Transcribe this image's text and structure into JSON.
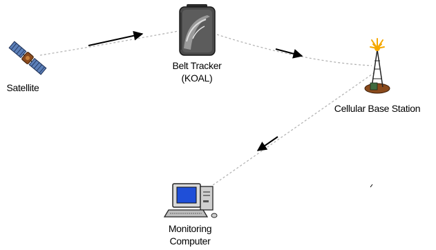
{
  "nodes": {
    "satellite": {
      "label": "Satellite",
      "icon": "satellite-icon"
    },
    "tracker": {
      "label_line1": "Belt Tracker",
      "label_line2": "(KOAL)",
      "icon": "belt-tracker-device-icon"
    },
    "station": {
      "label": "Cellular Base Station",
      "icon": "cell-tower-icon"
    },
    "computer": {
      "label_line1": "Monitoring",
      "label_line2": "Computer",
      "icon": "desktop-computer-icon"
    }
  },
  "connections": [
    {
      "from": "Satellite",
      "to": "Belt Tracker (KOAL)",
      "style": "dashed",
      "direction": "forward"
    },
    {
      "from": "Belt Tracker (KOAL)",
      "to": "Cellular Base Station",
      "style": "dashed",
      "direction": "forward"
    },
    {
      "from": "Cellular Base Station",
      "to": "Monitoring Computer",
      "style": "dashed",
      "direction": "forward"
    }
  ],
  "colors": {
    "link": "#b4b4b4",
    "arrow": "#000000",
    "screen": "#1f4fd8",
    "tracker_body": "#4a4a4a",
    "station_base": "#8a4a1c",
    "flame": "#f5a800"
  }
}
